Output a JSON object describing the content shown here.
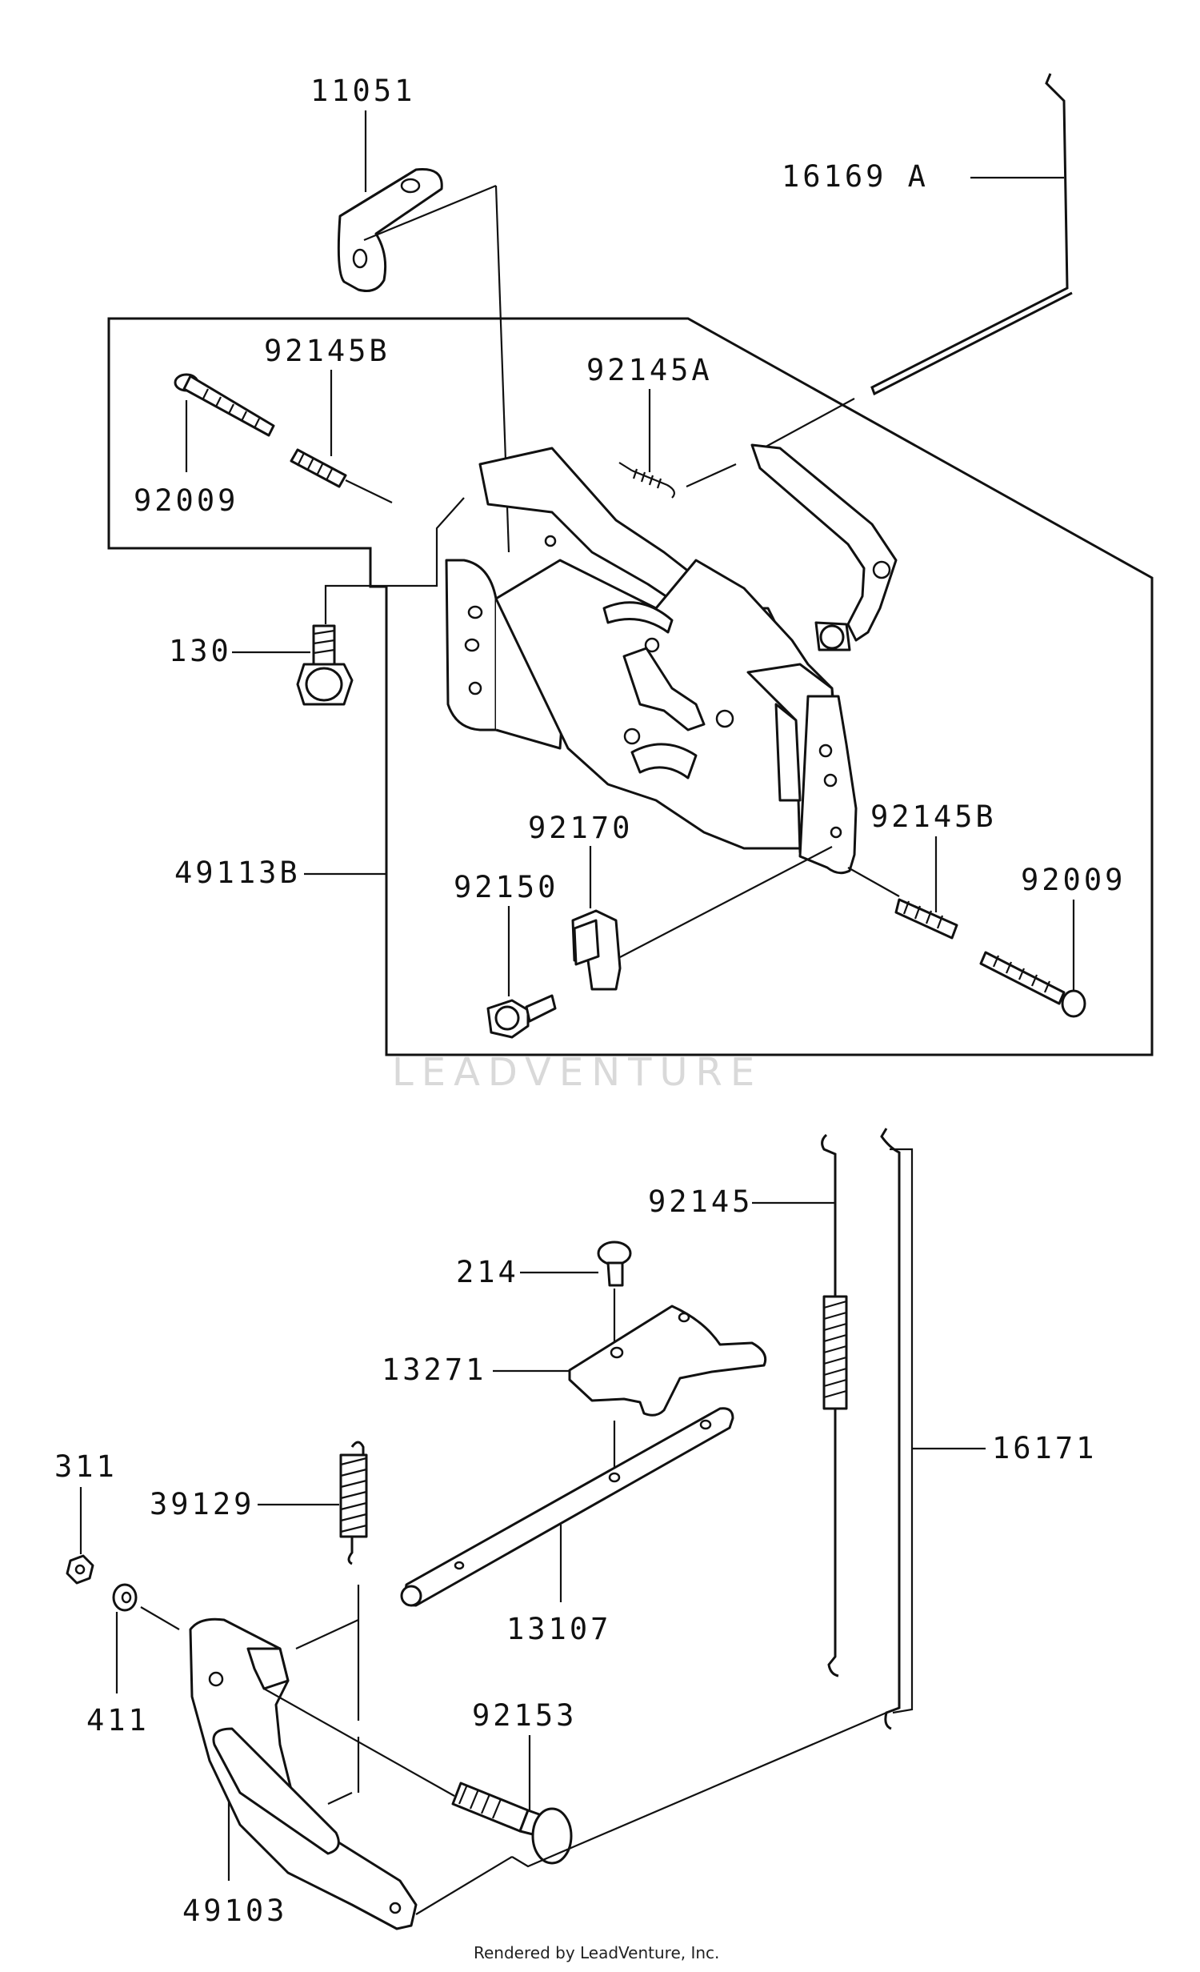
{
  "labels": {
    "p11051": "11051",
    "p16169a": "16169 A",
    "p92145b_top": "92145B",
    "p92145a": "92145A",
    "p92009_top": "92009",
    "p130": "130",
    "p49113b": "49113B",
    "p92170": "92170",
    "p92145b_right": "92145B",
    "p92150": "92150",
    "p92009_right": "92009",
    "p92145": "92145",
    "p214": "214",
    "p13271": "13271",
    "p16171": "16171",
    "p311": "311",
    "p39129": "39129",
    "p13107": "13107",
    "p411": "411",
    "p92153": "92153",
    "p49103": "49103"
  },
  "watermark": "LEADVENTURE",
  "credit": "Rendered by LeadVenture, Inc."
}
